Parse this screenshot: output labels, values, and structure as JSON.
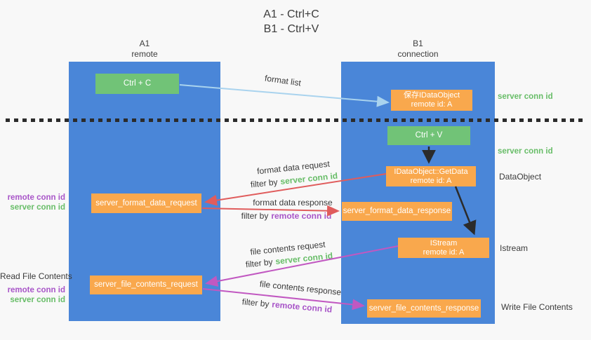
{
  "title": {
    "line1": "A1 - Ctrl+C",
    "line2": "B1 - Ctrl+V"
  },
  "lanes": {
    "left": {
      "name": "A1",
      "sub": "remote"
    },
    "right": {
      "name": "B1",
      "sub": "connection"
    }
  },
  "nodes": {
    "ctrl_c": "Ctrl + C",
    "ctrl_v": "Ctrl + V",
    "save_idataobject": "保存IDataObject",
    "getdata": "IDataObject::GetData",
    "istream": "IStream",
    "remote_id_a": "remote id: A",
    "format_request": "server_format_data_request",
    "format_response": "server_format_data_response",
    "file_request": "server_file_contents_request",
    "file_response": "server_file_contents_response"
  },
  "edge_labels": {
    "format_list": "format list",
    "format_data_request": "format data request",
    "format_data_response": "format data response",
    "file_contents_request": "file contents request",
    "file_contents_response": "file contents response",
    "filter_by": "filter by"
  },
  "strings": {
    "server_conn_id": "server conn id",
    "remote_conn_id": "remote conn id"
  },
  "side_labels": {
    "dataobject": "DataObject",
    "istream": "Istream",
    "read_file_contents": "Read File Contents",
    "write_file_contents": "Write File Contents"
  },
  "colors": {
    "lane": "#4a86d8",
    "green_box": "#71c377",
    "orange_box": "#f9a84d",
    "arrow_light_blue": "#a9d3ee",
    "arrow_red": "#e05c5c",
    "arrow_magenta": "#c158c1",
    "arrow_black": "#2b2b2b",
    "text_green": "#68bd68",
    "text_purple": "#a855c8"
  }
}
